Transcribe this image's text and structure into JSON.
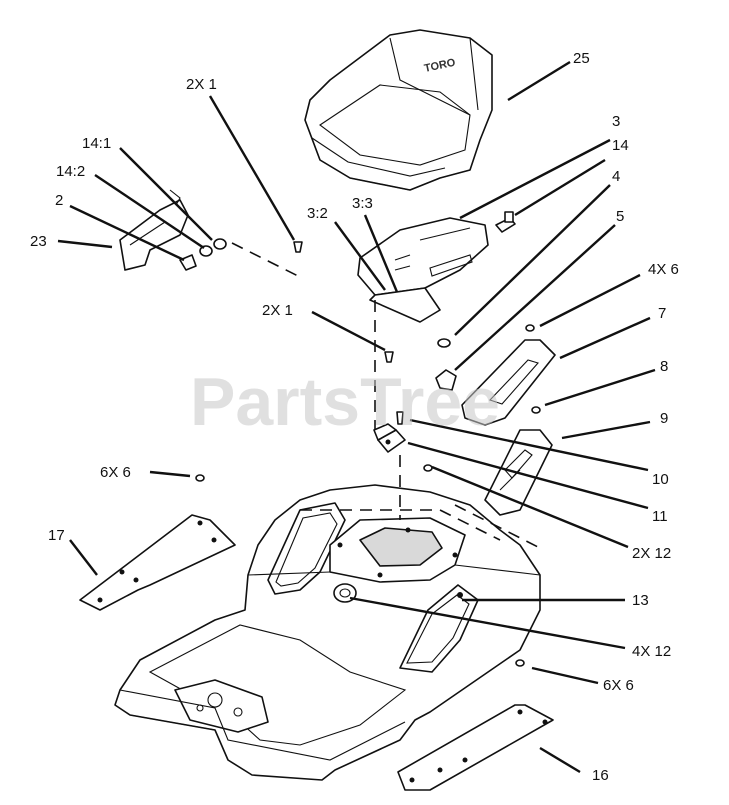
{
  "watermark": "PartsTree",
  "seat_logo": "TORO",
  "callouts": [
    {
      "id": "c25",
      "text": "25"
    },
    {
      "id": "c3",
      "text": "3"
    },
    {
      "id": "c14",
      "text": "14"
    },
    {
      "id": "c4",
      "text": "4"
    },
    {
      "id": "c5",
      "text": "5"
    },
    {
      "id": "c4x6",
      "text": "4X 6"
    },
    {
      "id": "c7",
      "text": "7"
    },
    {
      "id": "c8",
      "text": "8"
    },
    {
      "id": "c9",
      "text": "9"
    },
    {
      "id": "c10",
      "text": "10"
    },
    {
      "id": "c11",
      "text": "11"
    },
    {
      "id": "c2x12",
      "text": "2X 12"
    },
    {
      "id": "c13",
      "text": "13"
    },
    {
      "id": "c4x12",
      "text": "4X 12"
    },
    {
      "id": "c6x6b",
      "text": "6X 6"
    },
    {
      "id": "c16",
      "text": "16"
    },
    {
      "id": "c17",
      "text": "17"
    },
    {
      "id": "c6x6a",
      "text": "6X 6"
    },
    {
      "id": "c2x1a",
      "text": "2X 1"
    },
    {
      "id": "c2x1b",
      "text": "2X 1"
    },
    {
      "id": "c3_2",
      "text": "3:2"
    },
    {
      "id": "c3_3",
      "text": "3:3"
    },
    {
      "id": "c14_1",
      "text": "14:1"
    },
    {
      "id": "c14_2",
      "text": "14:2"
    },
    {
      "id": "c2",
      "text": "2"
    },
    {
      "id": "c23",
      "text": "23"
    }
  ]
}
